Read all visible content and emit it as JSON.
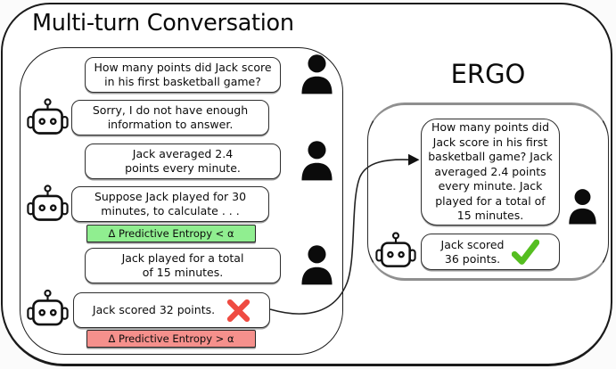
{
  "titles": {
    "multi_turn": "Multi-turn Conversation",
    "ergo": "ERGO"
  },
  "conversation": {
    "messages": [
      {
        "role": "user",
        "lines": [
          "How many points did Jack score",
          "in his first basketball game?"
        ]
      },
      {
        "role": "bot",
        "lines": [
          "Sorry, I do not have enough",
          "information to answer."
        ]
      },
      {
        "role": "user",
        "lines": [
          "Jack averaged 2.4",
          "points every minute."
        ]
      },
      {
        "role": "bot",
        "lines": [
          "Suppose Jack played for 30",
          "minutes, to calculate . . ."
        ],
        "badge": {
          "text": "Δ Predictive Entropy < α",
          "type": "green"
        }
      },
      {
        "role": "user",
        "lines": [
          "Jack played for a total",
          "of 15 minutes."
        ]
      },
      {
        "role": "bot",
        "lines": [
          "Jack scored 32 points."
        ],
        "mark": "cross",
        "badge": {
          "text": "Δ Predictive Entropy > α",
          "type": "red"
        }
      }
    ]
  },
  "ergo": {
    "messages": [
      {
        "role": "user",
        "lines": [
          "How many points did",
          "Jack score in his first",
          "basketball game? Jack",
          "averaged 2.4 points",
          "every minute. Jack",
          "played for a total of",
          "15 minutes."
        ]
      },
      {
        "role": "bot",
        "lines": [
          "Jack scored",
          "36 points."
        ],
        "mark": "check"
      }
    ]
  },
  "icons": {
    "bot": "robot-icon",
    "user": "person-icon",
    "success": "check-icon",
    "failure": "cross-icon"
  },
  "colors": {
    "badge_green": "#90EE90",
    "badge_red": "#F5908C",
    "check_green": "#55BE20",
    "cross_red": "#EF4B42",
    "line": "#1b1b1b"
  }
}
